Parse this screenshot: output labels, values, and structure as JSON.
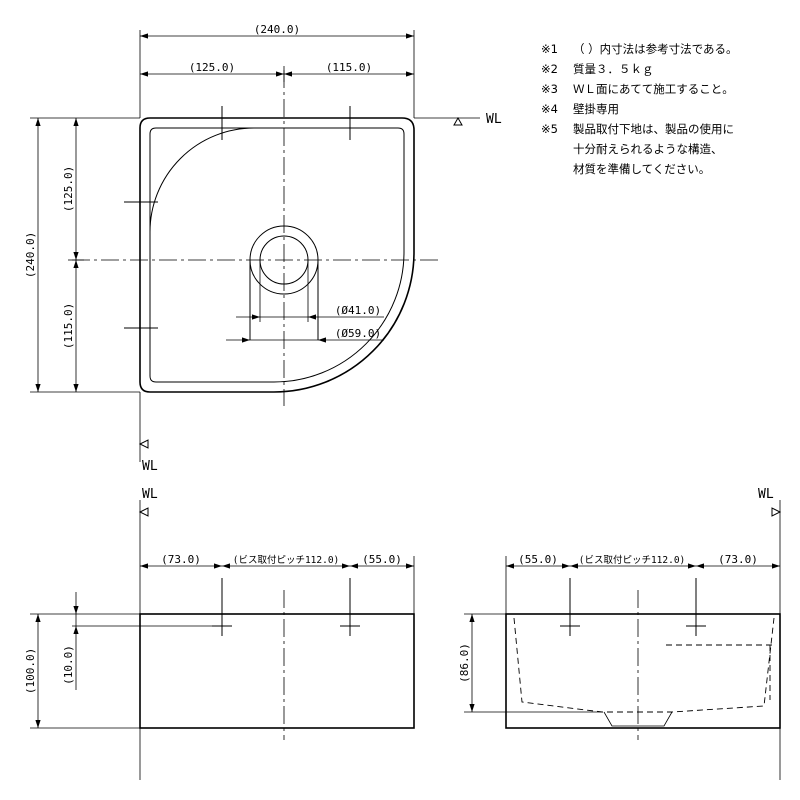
{
  "notes": [
    {
      "mark": "※1",
      "text": "（ ）内寸法は参考寸法である。"
    },
    {
      "mark": "※2",
      "text": "質量３．５ｋｇ"
    },
    {
      "mark": "※3",
      "text": "ＷＬ面にあてて施工すること。"
    },
    {
      "mark": "※4",
      "text": "壁掛専用"
    },
    {
      "mark": "※5",
      "text": "製品取付下地は、製品の使用に"
    },
    {
      "mark": "",
      "text": "十分耐えられるような構造、"
    },
    {
      "mark": "",
      "text": "材質を準備してください。"
    }
  ],
  "wall_line_label": "WL",
  "plan": {
    "width_overall": "(240.0)",
    "width_left": "(125.0)",
    "width_right": "(115.0)",
    "depth_overall": "(240.0)",
    "depth_top": "(125.0)",
    "depth_bottom": "(115.0)",
    "drain_inner": "(Ø41.0)",
    "drain_outer": "(Ø59.0)"
  },
  "front_view": {
    "left_offset": "(73.0)",
    "screw_pitch": "(ビス取付ピッチ112.0)",
    "right_offset": "(55.0)",
    "height": "(100.0)",
    "screw_height": "(10.0)"
  },
  "side_view": {
    "left_offset": "(55.0)",
    "screw_pitch": "(ビス取付ピッチ112.0)",
    "right_offset": "(73.0)",
    "depth": "(86.0)"
  }
}
